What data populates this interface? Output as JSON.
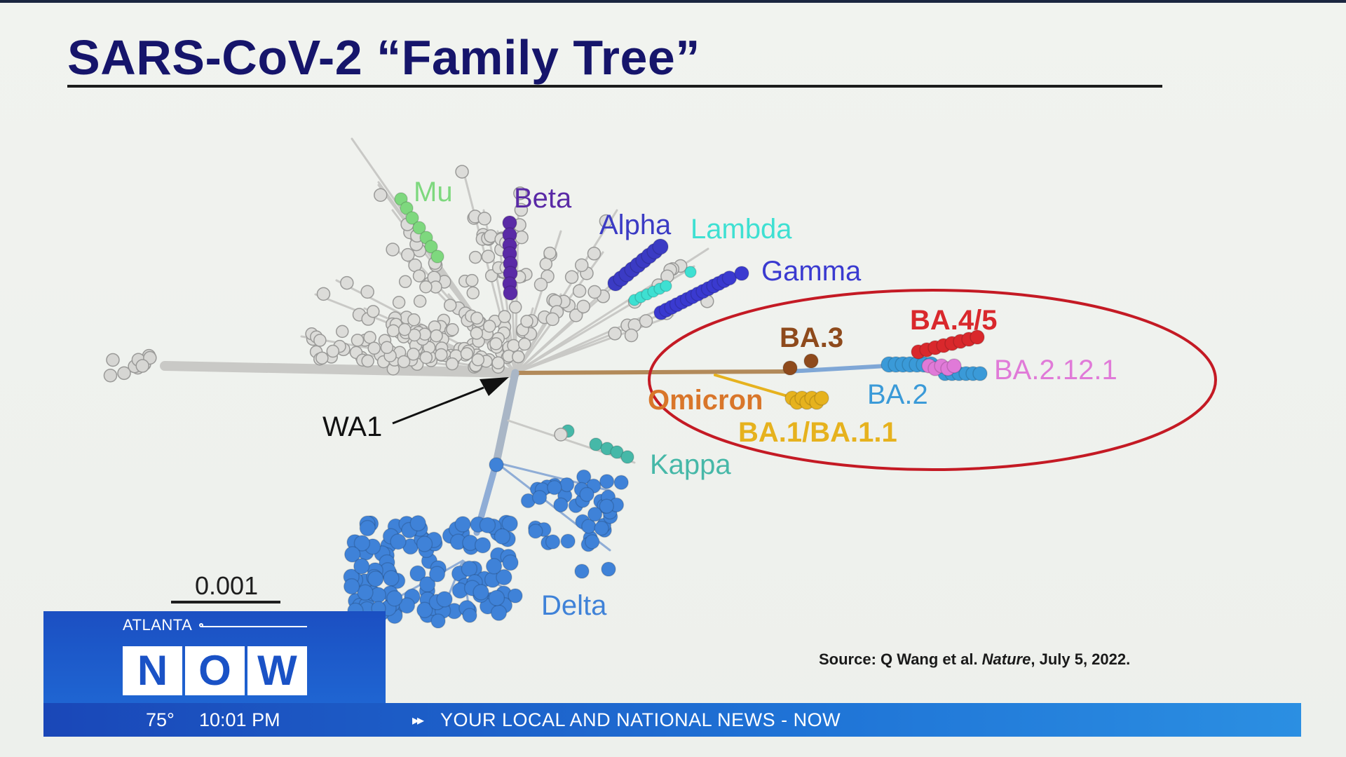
{
  "slide": {
    "title": "SARS-CoV-2 “Family Tree”",
    "source_prefix": "Source: Q Wang et al. ",
    "source_journal": "Nature",
    "source_suffix": ", July 5, 2022."
  },
  "diagram": {
    "scale_bar_label": "0.001",
    "root_label": "WA1",
    "variants": {
      "mu": "Mu",
      "beta": "Beta",
      "alpha": "Alpha",
      "lambda": "Lambda",
      "gamma": "Gamma",
      "kappa": "Kappa",
      "delta": "Delta",
      "omicron": "Omicron",
      "ba11": "BA.1/BA.1.1",
      "ba3": "BA.3",
      "ba45": "BA.4/5",
      "ba2": "BA.2",
      "ba2121": "BA.2.12.1"
    },
    "colors": {
      "gray": "#c9c9c6",
      "mu": "#7ed87e",
      "beta": "#5a2aa6",
      "alpha": "#3b3bc4",
      "lambda": "#3ee0d2",
      "gamma": "#3a3ad0",
      "kappa": "#46b8a8",
      "delta": "#3f82d8",
      "omicron": "#d9762a",
      "ba11": "#e6b21e",
      "ba3": "#8e4a1c",
      "ba45": "#d9282c",
      "ba2": "#3a9ad8",
      "ba2121": "#e07ad8",
      "highlight_ring": "#c41a24"
    }
  },
  "broadcast": {
    "city": "ATLANTA",
    "brand_letters": [
      "N",
      "O",
      "W"
    ],
    "temperature": "75°",
    "time": "10:01 PM",
    "ticker": "YOUR LOCAL AND NATIONAL NEWS - NOW"
  }
}
